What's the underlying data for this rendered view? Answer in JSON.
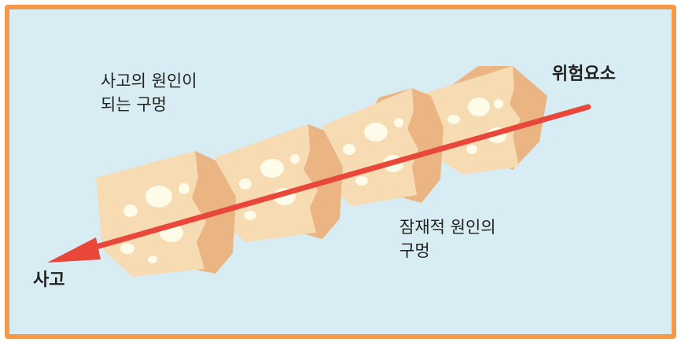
{
  "diagram": {
    "labels": {
      "hazard": "위험요소",
      "accident": "사고",
      "accident_hole_line1": "사고의 원인이",
      "accident_hole_line2": "되는 구멍",
      "latent_hole_line1": "잠재적 원인의",
      "latent_hole_line2": "구멍"
    },
    "colors": {
      "border": "#f2994a",
      "background": "#d7edf3",
      "cheese": "#f6dbb3",
      "cheese_side": "#eab582",
      "arrow": "#e8473a"
    },
    "slices": [
      {
        "name": "slice-1"
      },
      {
        "name": "slice-2"
      },
      {
        "name": "slice-3"
      },
      {
        "name": "slice-4"
      }
    ]
  }
}
